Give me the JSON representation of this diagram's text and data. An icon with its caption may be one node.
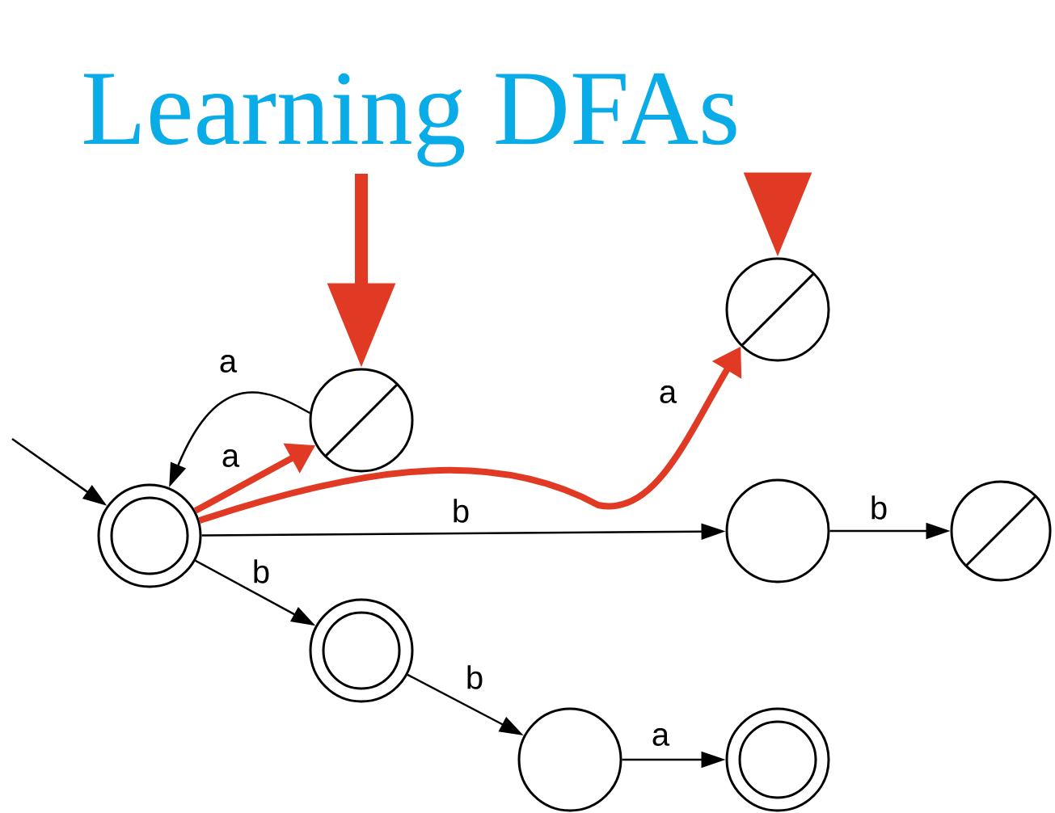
{
  "diagram": {
    "title": "Learning DFAs",
    "nodes": [
      {
        "text": [],
        "shape": "circle"
      },
      {
        "text": [],
        "shape": "circle"
      },
      {
        "text": [],
        "shape": "circle"
      },
      {
        "text": [],
        "shape": "circle"
      },
      {
        "text": [],
        "shape": "circle"
      },
      {
        "text": [],
        "shape": "circle"
      },
      {
        "text": [],
        "shape": "circle"
      },
      {
        "text": [],
        "shape": "circle"
      }
    ],
    "edges": [
      {
        "from": null,
        "to": 0,
        "arrow": "to"
      },
      {
        "from": 1,
        "to": 0,
        "arrow": "to",
        "label": "a"
      },
      {
        "from": 0,
        "to": 1,
        "arrow": "to",
        "label": "a",
        "style": "thick",
        "color": "#e03a25"
      },
      {
        "from": 0,
        "to": 2,
        "arrow": "to",
        "label": "a",
        "style": "thick",
        "color": "#e03a25"
      },
      {
        "from": 0,
        "to": 3,
        "arrow": "to",
        "label": "b"
      },
      {
        "from": 3,
        "to": 4,
        "arrow": "to",
        "label": "b"
      },
      {
        "from": 0,
        "to": 5,
        "arrow": "to",
        "label": "b"
      },
      {
        "from": 5,
        "to": 6,
        "arrow": "to",
        "label": "b"
      },
      {
        "from": 6,
        "to": 7,
        "arrow": "to",
        "label": "a"
      },
      {
        "from": null,
        "to": 1,
        "arrow": "to",
        "style": "thick",
        "color": "#e03a25"
      },
      {
        "from": null,
        "to": 2,
        "arrow": "to",
        "style": "thick",
        "color": "#e03a25"
      }
    ]
  }
}
